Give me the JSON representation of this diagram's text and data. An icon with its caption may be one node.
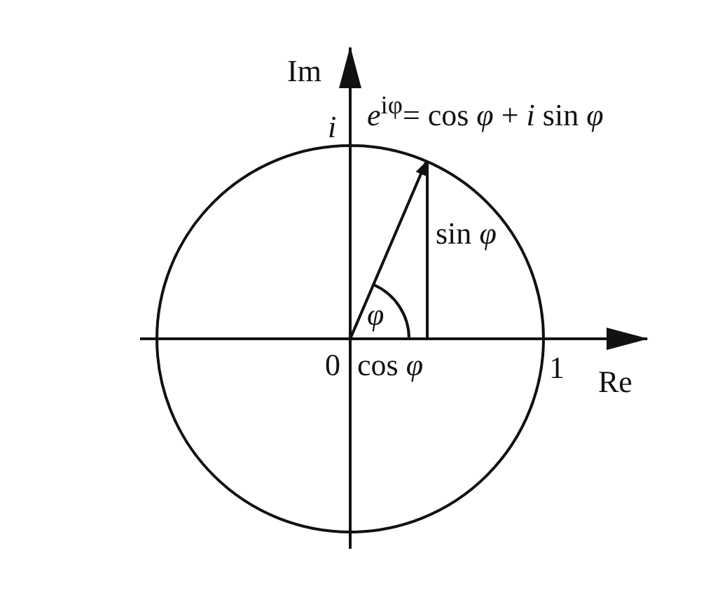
{
  "diagram": {
    "labels": [
      "Im",
      "*e*$^{iφ}$= cos *φ* + *i* sin *φ*",
      "i",
      "sin *φ*",
      "φ",
      "0",
      "cos *φ*",
      "1",
      "Re"
    ]
  }
}
